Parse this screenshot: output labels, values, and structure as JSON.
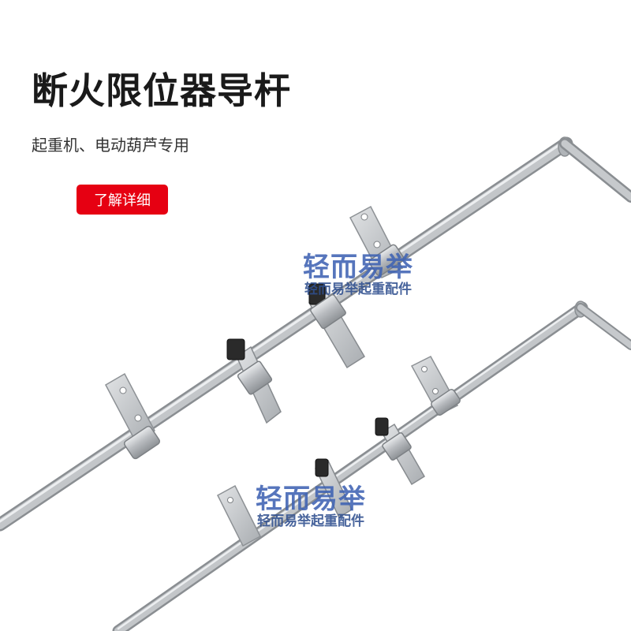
{
  "header": {
    "title": "断火限位器导杆",
    "subtitle": "起重机、电动葫芦专用",
    "cta_label": "了解详细"
  },
  "watermark": {
    "brand": "轻而易举",
    "caption": "轻而易举起重配件",
    "color": "#3f63b3"
  },
  "colors": {
    "background": "#ffffff",
    "cta_background": "#e60012",
    "rod_metal": "#b9bcc0"
  }
}
